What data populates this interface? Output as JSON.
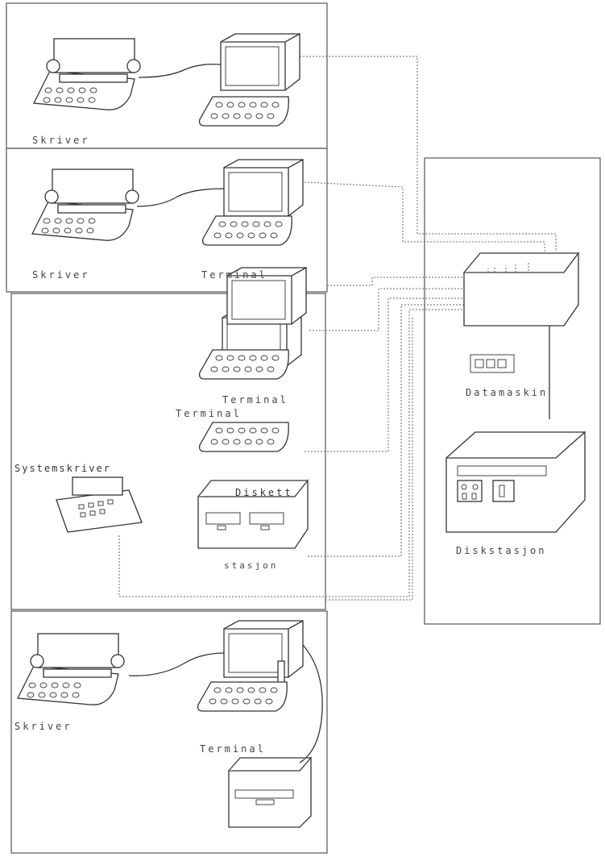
{
  "diagram": {
    "sections": [
      {
        "id": "top",
        "title": "",
        "printer_label": "Skriver",
        "terminal_label": ""
      },
      {
        "id": "second",
        "title": "",
        "printer_label": "Skriver",
        "terminal_label": "Terminal"
      },
      {
        "id": "third",
        "title": "",
        "terminal_label_1": "Terminal",
        "terminal_label_2": "Terminal",
        "system_printer_label": "Systemskriver",
        "diskette_label": "Diskett",
        "diskette_sublabel": "stasjon"
      },
      {
        "id": "bottom",
        "title": "",
        "printer_label": "Skriver",
        "terminal_label": "Terminal",
        "diskette_label": ""
      }
    ],
    "machine_room": {
      "title": "",
      "computer_label": "Datamaskin",
      "disk_label": "Diskstasjon"
    }
  }
}
